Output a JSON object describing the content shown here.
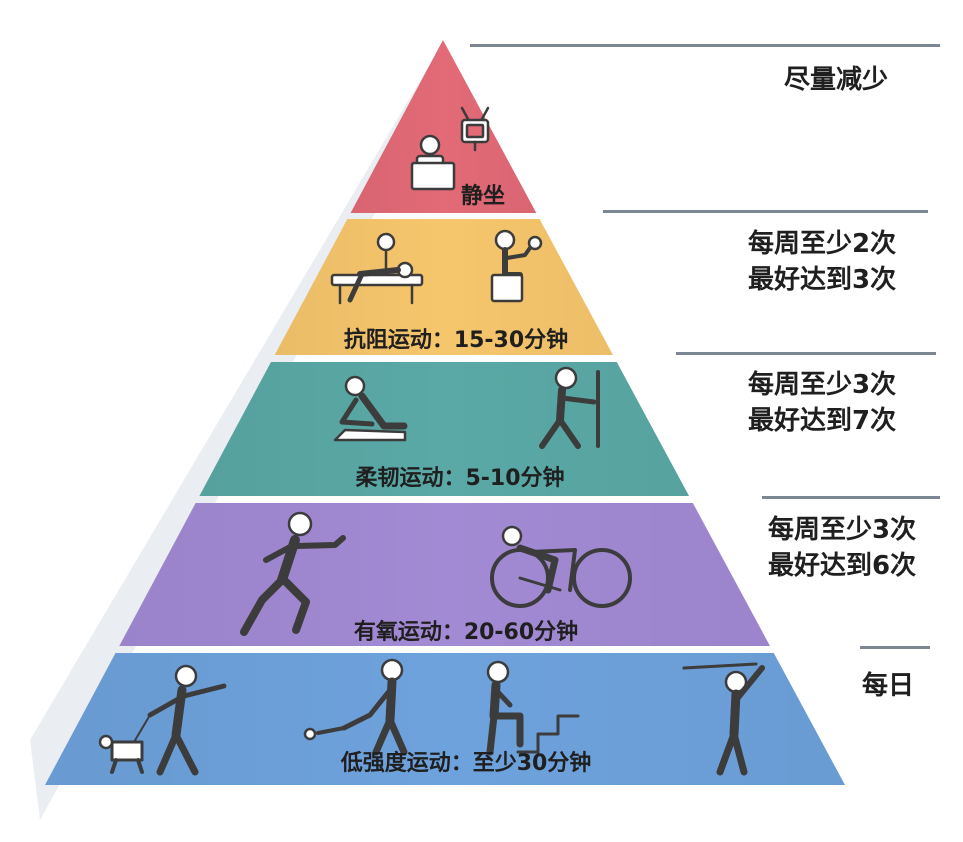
{
  "levels": [
    {
      "label": "静坐",
      "frequency": [
        "尽量减少"
      ],
      "color": "#e36a77",
      "icons": [
        "person-at-desk-icon",
        "television-icon"
      ]
    },
    {
      "label": "抗阻运动：15-30分钟",
      "frequency": [
        "每周至少2次",
        "最好达到3次"
      ],
      "color": "#f6c66c",
      "icons": [
        "bench-press-icon",
        "dumbbell-curl-icon"
      ]
    },
    {
      "label": "柔韧运动：5-10分钟",
      "frequency": [
        "每周至少3次",
        "最好达到7次"
      ],
      "color": "#5aa9a6",
      "icons": [
        "floor-stretch-icon",
        "wall-stretch-icon"
      ]
    },
    {
      "label": "有氧运动：20-60分钟",
      "frequency": [
        "每周至少3次",
        "最好达到6次"
      ],
      "color": "#a28ad4",
      "icons": [
        "running-icon",
        "cycling-icon"
      ]
    },
    {
      "label": "低强度运动：至少30分钟",
      "frequency": [
        "每日"
      ],
      "color": "#6ea2dc",
      "icons": [
        "dog-walking-icon",
        "vacuuming-icon",
        "stair-climbing-icon",
        "golf-swing-icon"
      ]
    }
  ]
}
